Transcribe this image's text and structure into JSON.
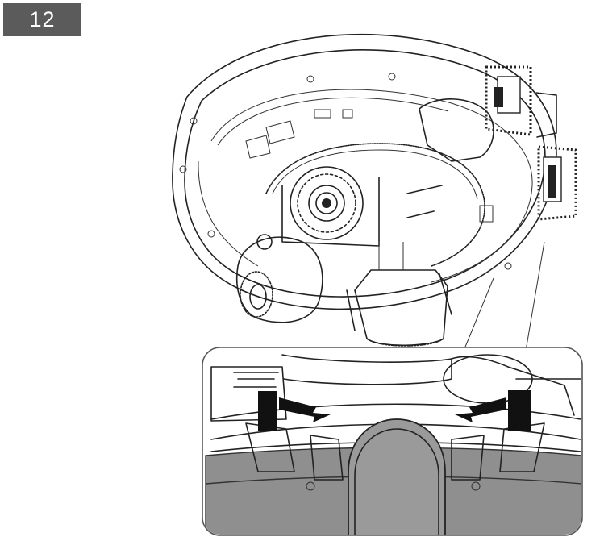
{
  "step": {
    "number": "12"
  },
  "illustration": {
    "subject": "dome-camera-assembly",
    "callouts": [
      "left-latch-callout",
      "right-latch-callout"
    ],
    "detail_view": "latch-insertion-detail"
  },
  "colors": {
    "badge_bg": "#5b5b5b",
    "badge_text": "#ffffff",
    "ink": "#222222"
  }
}
